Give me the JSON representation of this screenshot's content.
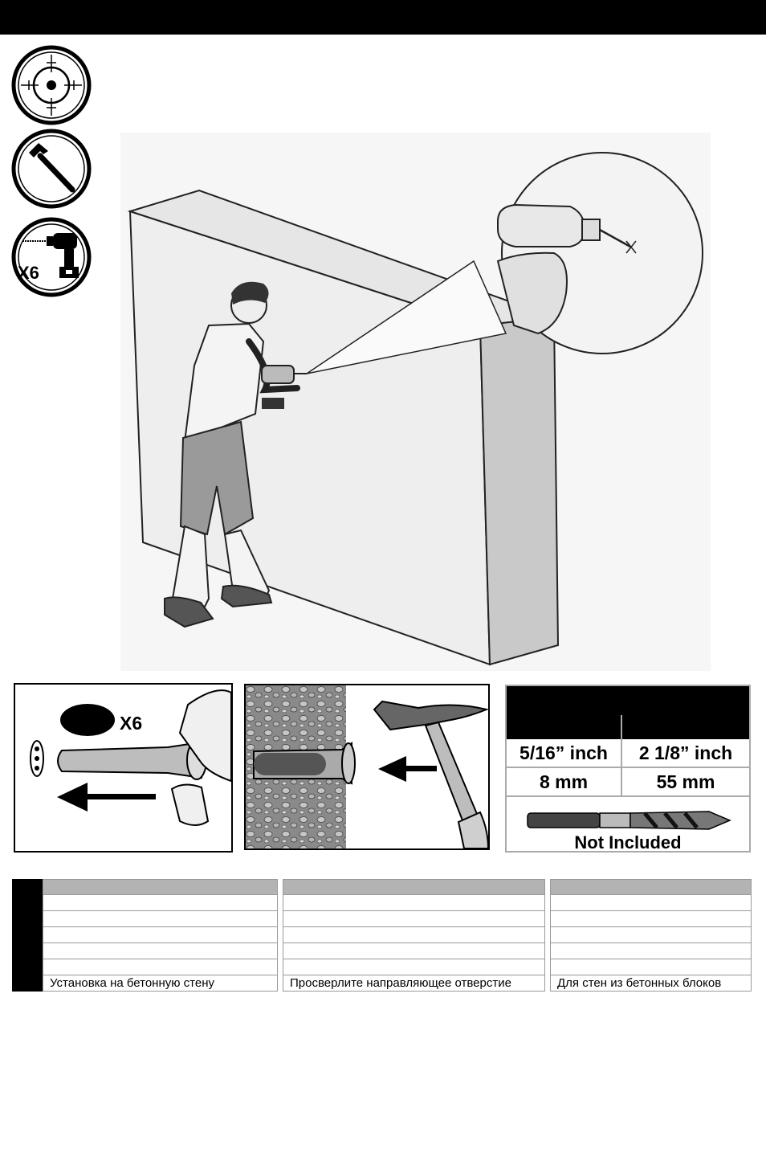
{
  "icons": {
    "target": "crosshair-target-icon",
    "hammer": "hammer-icon",
    "drill": "cordless-drill-icon",
    "drill_count": "X6"
  },
  "insert_panel": {
    "count": "X6"
  },
  "drill_spec": {
    "row1": [
      "5/16” inch",
      "2 1/8” inch"
    ],
    "row2": [
      "8 mm",
      "55 mm"
    ],
    "note": "Not Included"
  },
  "translations": {
    "col1": [
      "",
      "",
      "",
      "",
      "",
      "Установка на бетонную стену"
    ],
    "col2": [
      "",
      "",
      "",
      "",
      "",
      "Просверлите направляющее отверстие"
    ],
    "col3": [
      "",
      "",
      "",
      "",
      "",
      "Для стен из бетонных блоков"
    ]
  }
}
